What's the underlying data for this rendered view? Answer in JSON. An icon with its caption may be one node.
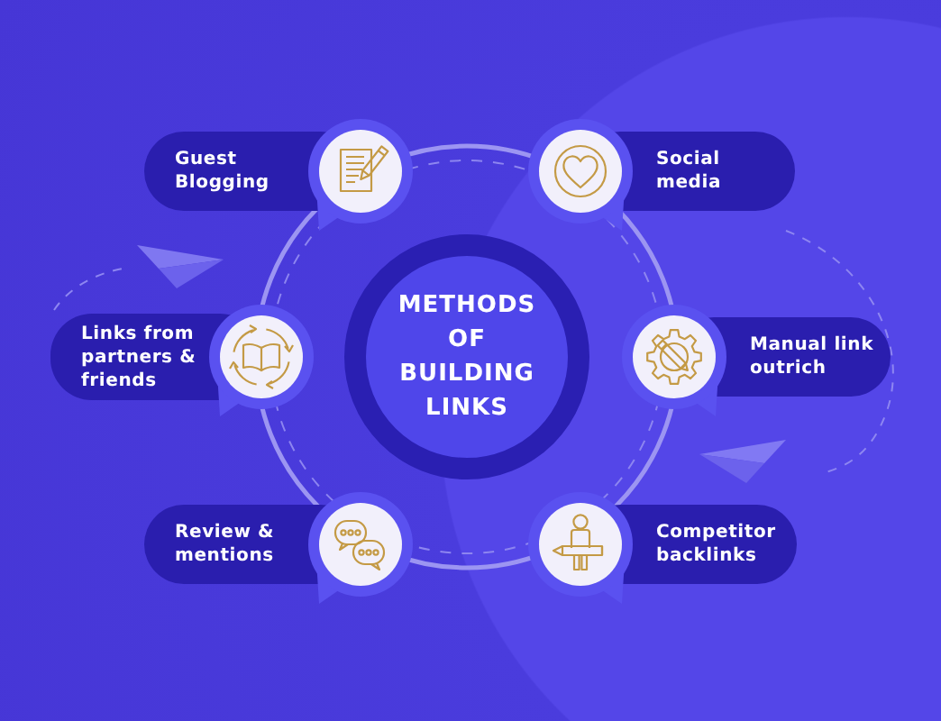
{
  "diagram": {
    "nodes": [
      {
        "text": [
          "METHODS OF BUILDING LINKS"
        ]
      },
      {
        "text": [
          "Guest Blogging"
        ]
      },
      {
        "text": [
          "Social media"
        ]
      },
      {
        "text": [
          "Links from partners & friends"
        ]
      },
      {
        "text": [
          "Manual link outrich"
        ]
      },
      {
        "text": [
          "Review & mentions"
        ]
      },
      {
        "text": [
          "Competitor backlinks"
        ]
      }
    ]
  }
}
